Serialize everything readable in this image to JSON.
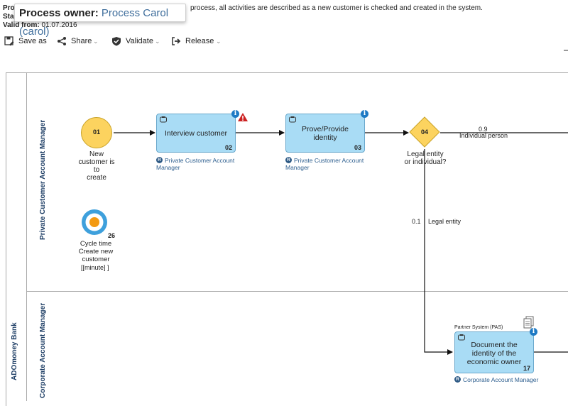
{
  "header": {
    "line1_prefix": "Pro",
    "line1_text": "process, all activities are described as a new customer is checked and created in the system.",
    "line2_prefix": "Sta",
    "valid_from_label": "Valid from:",
    "valid_from_value": "01.07.2016"
  },
  "tooltip": {
    "key": "Process owner:",
    "value": "Process Carol (carol)"
  },
  "toolbar": {
    "save_as": "Save as",
    "share": "Share",
    "validate": "Validate",
    "release": "Release"
  },
  "pool": {
    "label": "ADOmoney Bank"
  },
  "lanes": {
    "private": "Private Customer Account Manager",
    "corporate": "Corporate Account Manager"
  },
  "start_event": {
    "number": "01",
    "label_lines": [
      "New",
      "customer is to",
      "create"
    ]
  },
  "tasks": [
    {
      "name": "Interview customer",
      "number": "02",
      "role": "Private Customer Account Manager",
      "warning": true
    },
    {
      "name": "Prove/Provide identity",
      "number": "03",
      "role": "Private Customer Account Manager",
      "warning": false
    },
    {
      "name": "Document the identity of the economic owner",
      "number": "17",
      "role": "Corporate Account Manager",
      "system": "Partner System (PAS)"
    }
  ],
  "gateway": {
    "number": "04",
    "label_lines": [
      "Legal entity",
      "or individual?"
    ]
  },
  "flows": {
    "individual_prob": "0.9",
    "individual_label": "Individual person",
    "legal_prob": "0.1",
    "legal_label": "Legal entity"
  },
  "cycle_time": {
    "number": "26",
    "label_lines": [
      "Cycle time",
      "Create new",
      "customer"
    ],
    "unit": "[[minute]  ]"
  },
  "colors": {
    "task_fill": "#a9dcf5",
    "event_fill": "#fcd35f",
    "gateway_fill": "#fcd35f",
    "link_blue": "#3f6e9c",
    "warning_red": "#cc2222",
    "info_blue": "#1e7ac4"
  }
}
